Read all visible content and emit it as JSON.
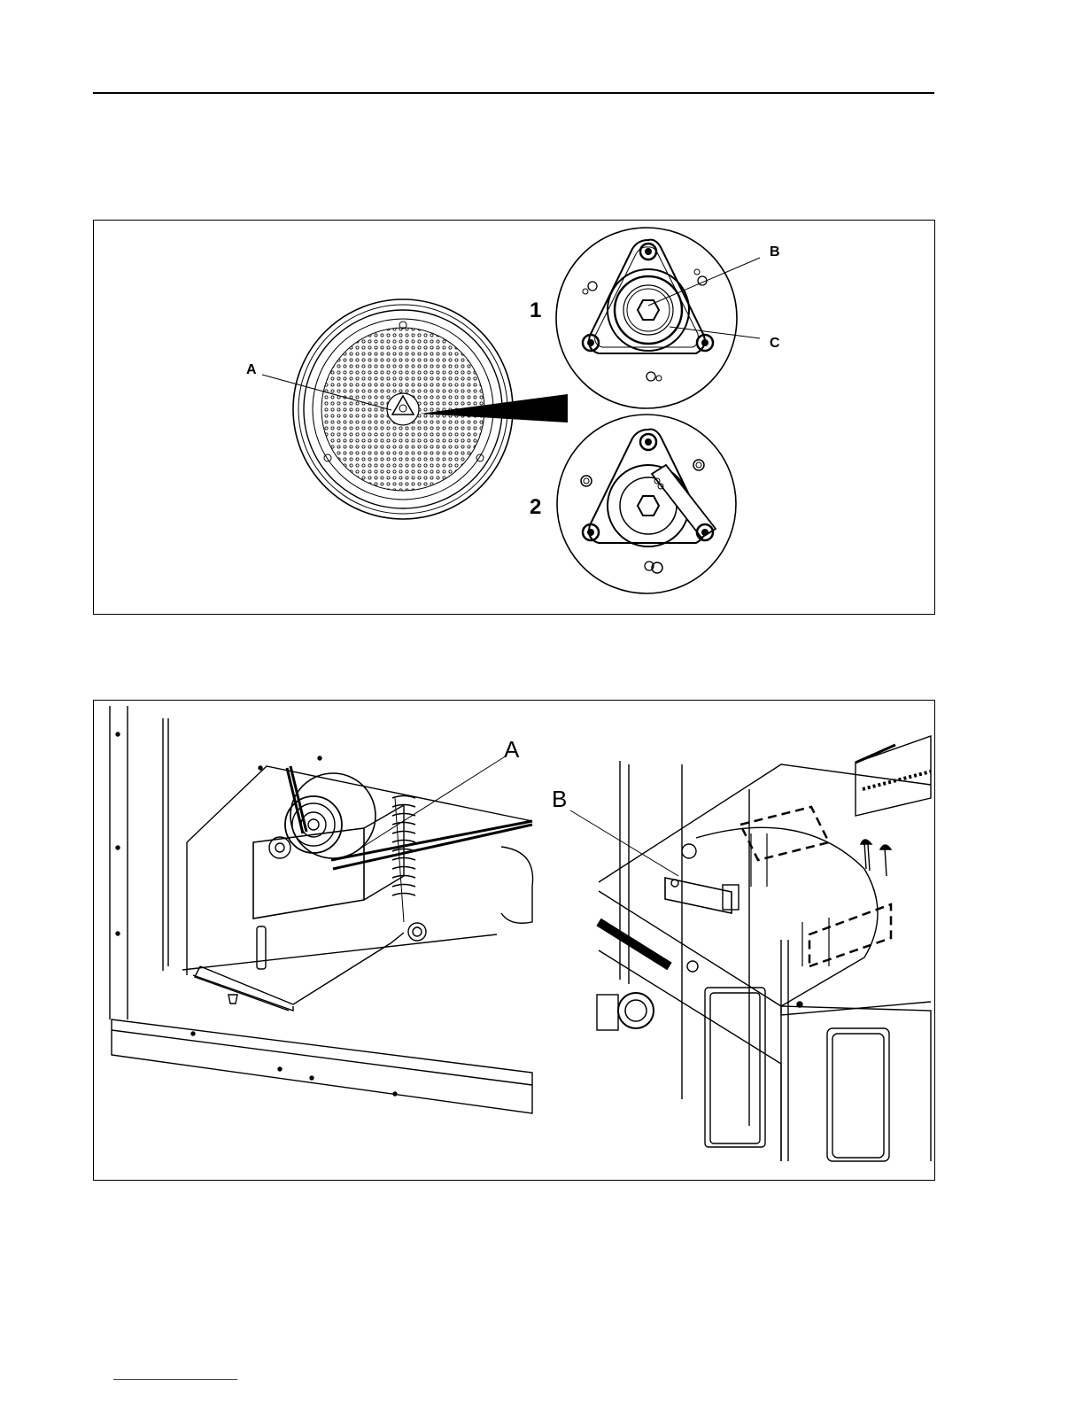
{
  "figure1": {
    "callouts": {
      "a": "A",
      "b": "B",
      "c": "C"
    },
    "views": {
      "one": "1",
      "two": "2"
    }
  },
  "figure2": {
    "callouts": {
      "a": "A",
      "b": "B"
    }
  },
  "colors": {
    "line": "#000000",
    "paper": "#ffffff",
    "footer_link": "#2a3fb0"
  }
}
